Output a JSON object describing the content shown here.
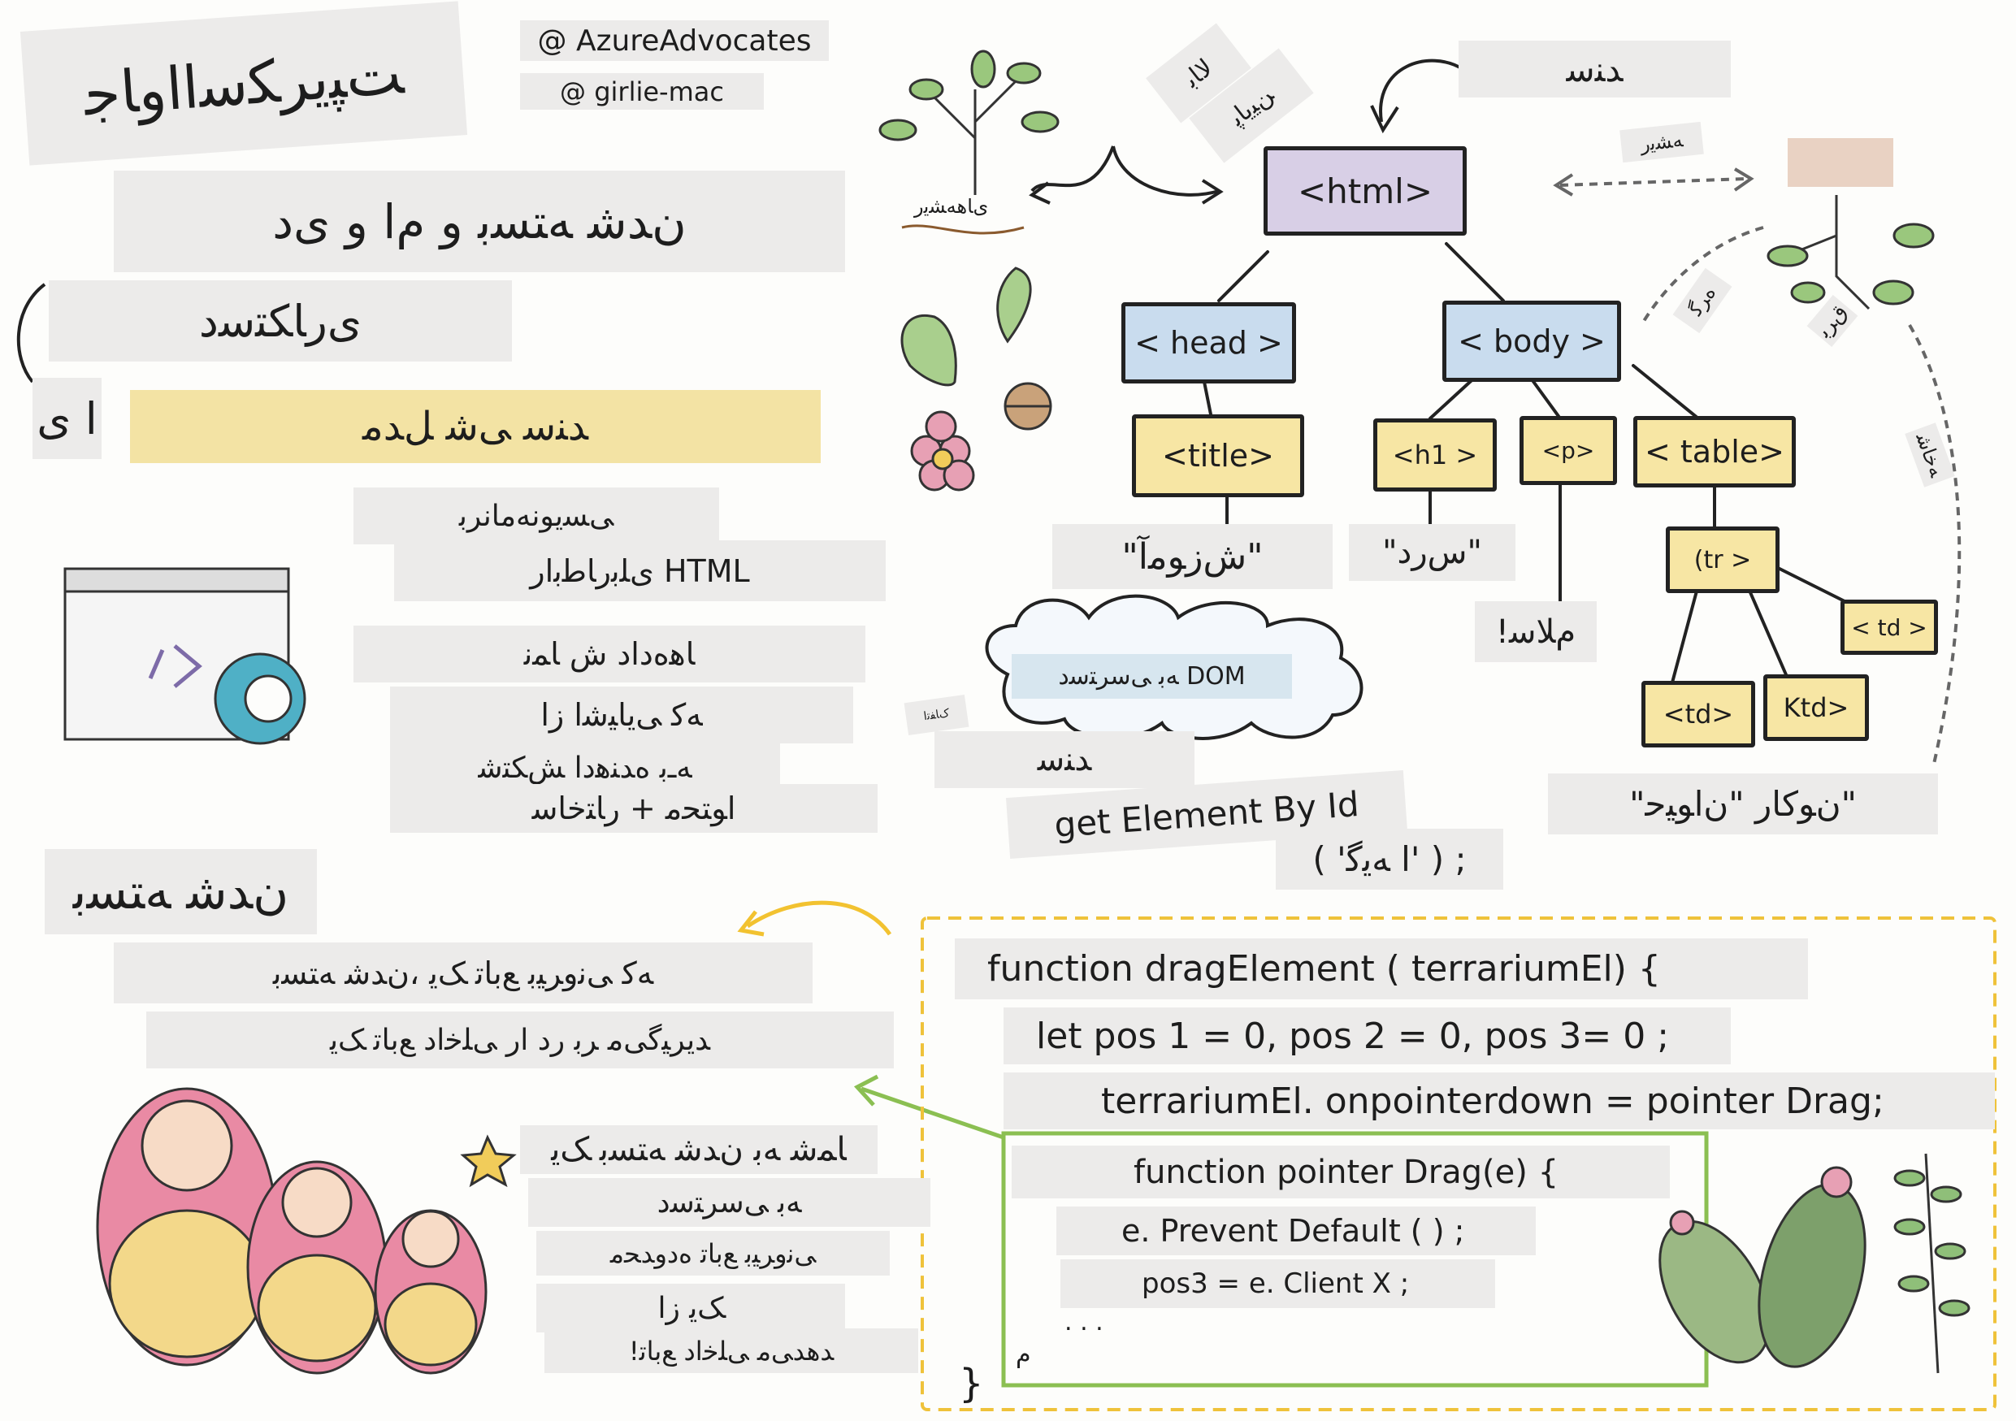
{
  "header": {
    "handle_azure": "@ AzureAdvocates",
    "handle_girlie": "@ girlie-mac",
    "title": "ﺖﭙﯾﺮﮑﺳﺍﺍﻭﺎﺟ",
    "subtitle": "ﻥﺪﺷ ﻪﺘﺴﺑ ﻭ ﻡﺍ ﻭ ﯼﺩ",
    "line_a": "ﯼﺭﺎﮑﺘﺳﺩ",
    "line_b_left": "ﺍ ﯼ",
    "highlight": "ﺪﻨﺳ ﯽﺷ ﻞﺪﻣ"
  },
  "dom_section": {
    "intro_line1": "ﯽﺴﯾﻮﻧﻪﻣﺎﻧﺮﺑ",
    "intro_line2": "ﯼﻠﺑﺭﺎﻃﺑﺍﺭ HTML",
    "item1": "ﺎﻫﻩﺩﺍﺩ ﺵ ﺎﻤﻧ",
    "item2": "ﻪﮐ ﯽﯾﺎﯿﺷﺍ ﺯﺍ",
    "item3": "ﻪـﺑ ﻩﺪﻨﻫﺩﺍ ﺶﮑﺘﺷ",
    "item4": "ﺍﻮﺘﺤﻣ + ﺭﺎﺘﺧﺎﺳ"
  },
  "tree": {
    "doc_label": "ﺪﻨﺳ",
    "parent_tag1": "ﻻﺎﺑ",
    "parent_tag2": "ﻦﯿﯾﺎﭘ",
    "roots_label": "ﯼﺎﻫﻪﺸﯾﺭ",
    "sibling_label": "ﻪﺸﯾﺭ",
    "leaf_label": "ﻕﺮﺑ",
    "branch_label1": "ﻩﺮﮔ",
    "branch_label2": "ﻪﺧﺎﺷ",
    "html": "<html>",
    "head": "< head >",
    "body": "< body >",
    "title": "<title>",
    "h1": "<h1 >",
    "p": "<p>",
    "table": "< table>",
    "tr": "(tr >",
    "td1": "<td>",
    "td2": "Ktd>",
    "td3": "< td >",
    "title_text": "\"ﺵﺯﻮﻣﺁ\"",
    "h1_text": "\"ﺱﺭﺩ\"",
    "p_text": "!ﻡﻼﺳ",
    "td_text": "\"ﻥﻮﮐﺎﺭ \"ﻥﺍﻮﯿﺣ\"",
    "cloud_text": "ﻪﺑ ﯽﺳﺮﺘﺳﺩ DOM",
    "cloud_small": "ﮎﺎﻔﺗﺍ",
    "doc_word": "ﺪﻨﺳ",
    "get_element": "get Element By Id",
    "get_args": "( 'ﺍ ﻪﯾﮔ' ) ;"
  },
  "closure_section": {
    "heading": "ﻥﺪﺷ ﻪﺘﺴﺑ",
    "line1": "ﻪﮐ ﯽﻧﻭﺮﯿﺑ ﻊﺑﺎﺗ ﮏﯾ ،ﻥﺪﺷ ﻪﺘﺴﺑ",
    "line2": "ﺪﯾﺮﯿﮔﯽﻣ ﺮﺑ ﺭﺩ ﺍﺭ ﯽﻠﺧﺍﺩ ﻊﺑﺎﺗ ﮏﯾ",
    "item1": "ﺎﻤﺷ ﻪﺑ ﻥﺪﺷ ﻪﺘﺴﺑ ﮏﯾ",
    "item2": "ﻪﺑ ﯽﺳﺮﺘﺳﺩ",
    "item3": "ﯽﻧﻭﺮﯿﺑ ﻊﺑﺎﺗ ﻩﺩﻭﺪﺤﻣ",
    "item4": "ﮏﯾ ﺯﺍ",
    "item5": "!ﺪﻫﺪﯽﻣ ﯽﻠﺧﺍﺩ ﻊﺑﺎﺗ"
  },
  "code": {
    "line1": "function dragElement ( terrariumEl) {",
    "line2": "let pos 1 = 0, pos 2 = 0, pos 3= 0 ;",
    "line3": "terrariumEl. onpointerdown = pointer Drag;",
    "line4": "function pointer Drag(e) {",
    "line5": "e. Prevent Default ( ) ;",
    "line6": "pos3 = e. Client X ;",
    "ellipsis": ". . .",
    "inner_close": "ﻡ",
    "outer_close": "}"
  },
  "colors": {
    "highlight_yellow": "#f3e3a4",
    "html_purple": "#d8cfe6",
    "head_blue": "#c9dcee",
    "tag_yellow": "#f7e6a4",
    "dashed_border": "#efc23a",
    "closure_green": "#8bbf52",
    "arrow_yellow": "#f2c230"
  }
}
